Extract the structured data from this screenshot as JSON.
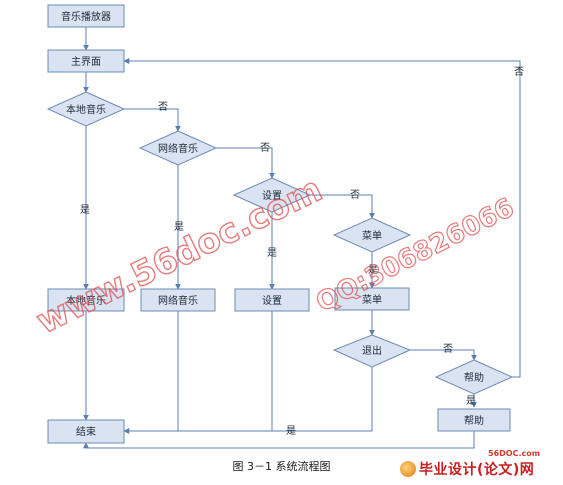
{
  "diagram": {
    "nodes": {
      "start": "音乐播放器",
      "main": "主界面",
      "local_q": "本地音乐",
      "net_q": "网络音乐",
      "settings_q": "设置",
      "menu_q": "菜单",
      "local": "本地音乐",
      "net": "网络音乐",
      "settings": "设置",
      "menu": "菜单",
      "exit_q": "退出",
      "help_q": "帮助",
      "help": "帮助",
      "end": "结束"
    },
    "edge_labels": {
      "local_no": "否",
      "net_no": "否",
      "settings_no": "否",
      "local_yes": "是",
      "net_yes": "是",
      "settings_yes": "是",
      "menu_yes": "是",
      "exit_no": "否",
      "exit_yes": "是",
      "help_yes": "是",
      "help_no": "否"
    },
    "caption": "图 3－1 系统流程图"
  },
  "watermark": {
    "line1": "www.56doc.com",
    "line2": "QQ:306826066"
  },
  "logo": {
    "small_text": "56DOC.com",
    "text": "毕业设计(论文)网"
  }
}
